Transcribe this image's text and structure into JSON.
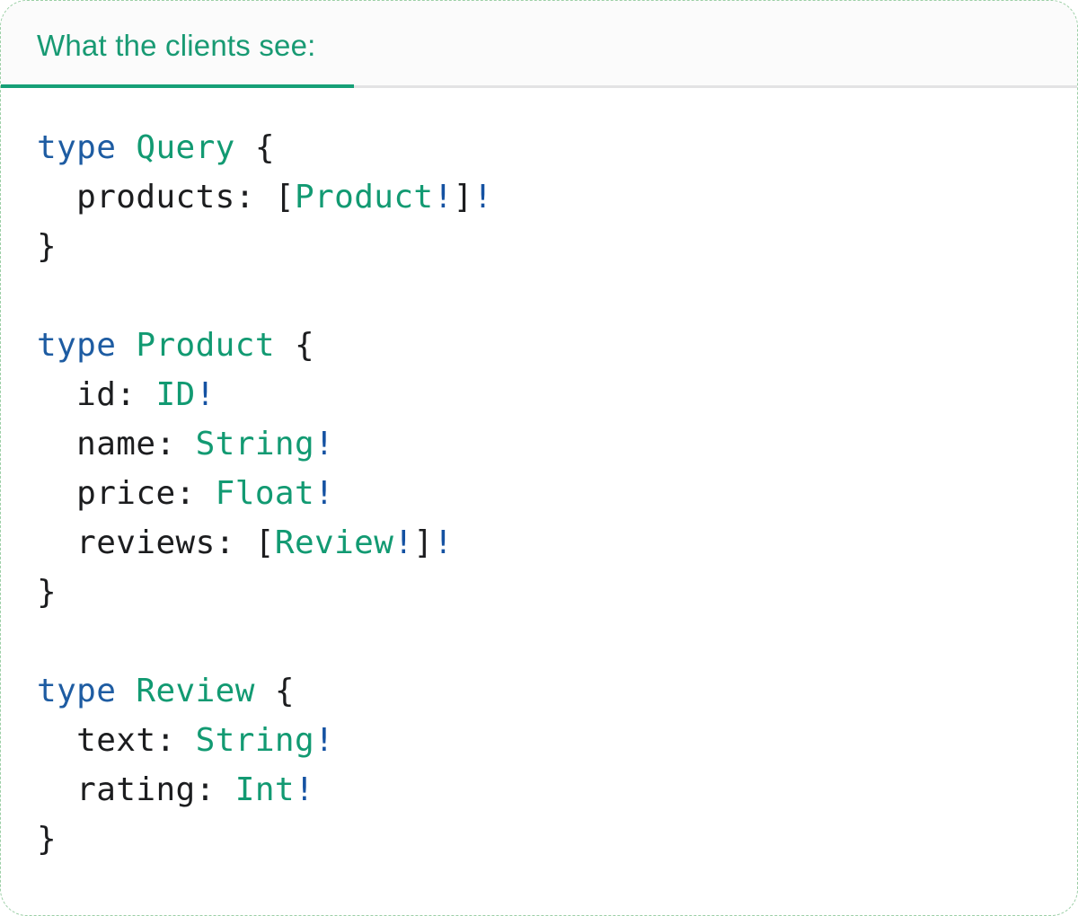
{
  "panel": {
    "tab": {
      "label": "What the clients see:",
      "active": true
    }
  },
  "colors": {
    "tab_green": "#189a73",
    "underline_green": "#16a077",
    "keyword_blue": "#1e5ca2",
    "bang_blue": "#1552a2",
    "type_teal": "#129a72",
    "code_text": "#1c1d1f",
    "header_bg": "#fbfbfb",
    "divider_gray": "#e3e3e4",
    "card_border": "#9ccfa6",
    "card_bg": "#ffffff"
  },
  "code": {
    "language": "graphql",
    "lines": [
      [
        {
          "t": "type ",
          "c": "kw"
        },
        {
          "t": "Query",
          "c": "ty"
        },
        {
          "t": " {",
          "c": "pl"
        }
      ],
      [
        {
          "t": "  products: [",
          "c": "pl"
        },
        {
          "t": "Product",
          "c": "ty"
        },
        {
          "t": "!",
          "c": "bang"
        },
        {
          "t": "]",
          "c": "pl"
        },
        {
          "t": "!",
          "c": "bang"
        }
      ],
      [
        {
          "t": "}",
          "c": "pl"
        }
      ],
      [],
      [
        {
          "t": "type ",
          "c": "kw"
        },
        {
          "t": "Product",
          "c": "ty"
        },
        {
          "t": " {",
          "c": "pl"
        }
      ],
      [
        {
          "t": "  id: ",
          "c": "pl"
        },
        {
          "t": "ID",
          "c": "ty"
        },
        {
          "t": "!",
          "c": "bang"
        }
      ],
      [
        {
          "t": "  name: ",
          "c": "pl"
        },
        {
          "t": "String",
          "c": "ty"
        },
        {
          "t": "!",
          "c": "bang"
        }
      ],
      [
        {
          "t": "  price: ",
          "c": "pl"
        },
        {
          "t": "Float",
          "c": "ty"
        },
        {
          "t": "!",
          "c": "bang"
        }
      ],
      [
        {
          "t": "  reviews: [",
          "c": "pl"
        },
        {
          "t": "Review",
          "c": "ty"
        },
        {
          "t": "!",
          "c": "bang"
        },
        {
          "t": "]",
          "c": "pl"
        },
        {
          "t": "!",
          "c": "bang"
        }
      ],
      [
        {
          "t": "}",
          "c": "pl"
        }
      ],
      [],
      [
        {
          "t": "type ",
          "c": "kw"
        },
        {
          "t": "Review",
          "c": "ty"
        },
        {
          "t": " {",
          "c": "pl"
        }
      ],
      [
        {
          "t": "  text: ",
          "c": "pl"
        },
        {
          "t": "String",
          "c": "ty"
        },
        {
          "t": "!",
          "c": "bang"
        }
      ],
      [
        {
          "t": "  rating: ",
          "c": "pl"
        },
        {
          "t": "Int",
          "c": "ty"
        },
        {
          "t": "!",
          "c": "bang"
        }
      ],
      [
        {
          "t": "}",
          "c": "pl"
        }
      ]
    ]
  }
}
